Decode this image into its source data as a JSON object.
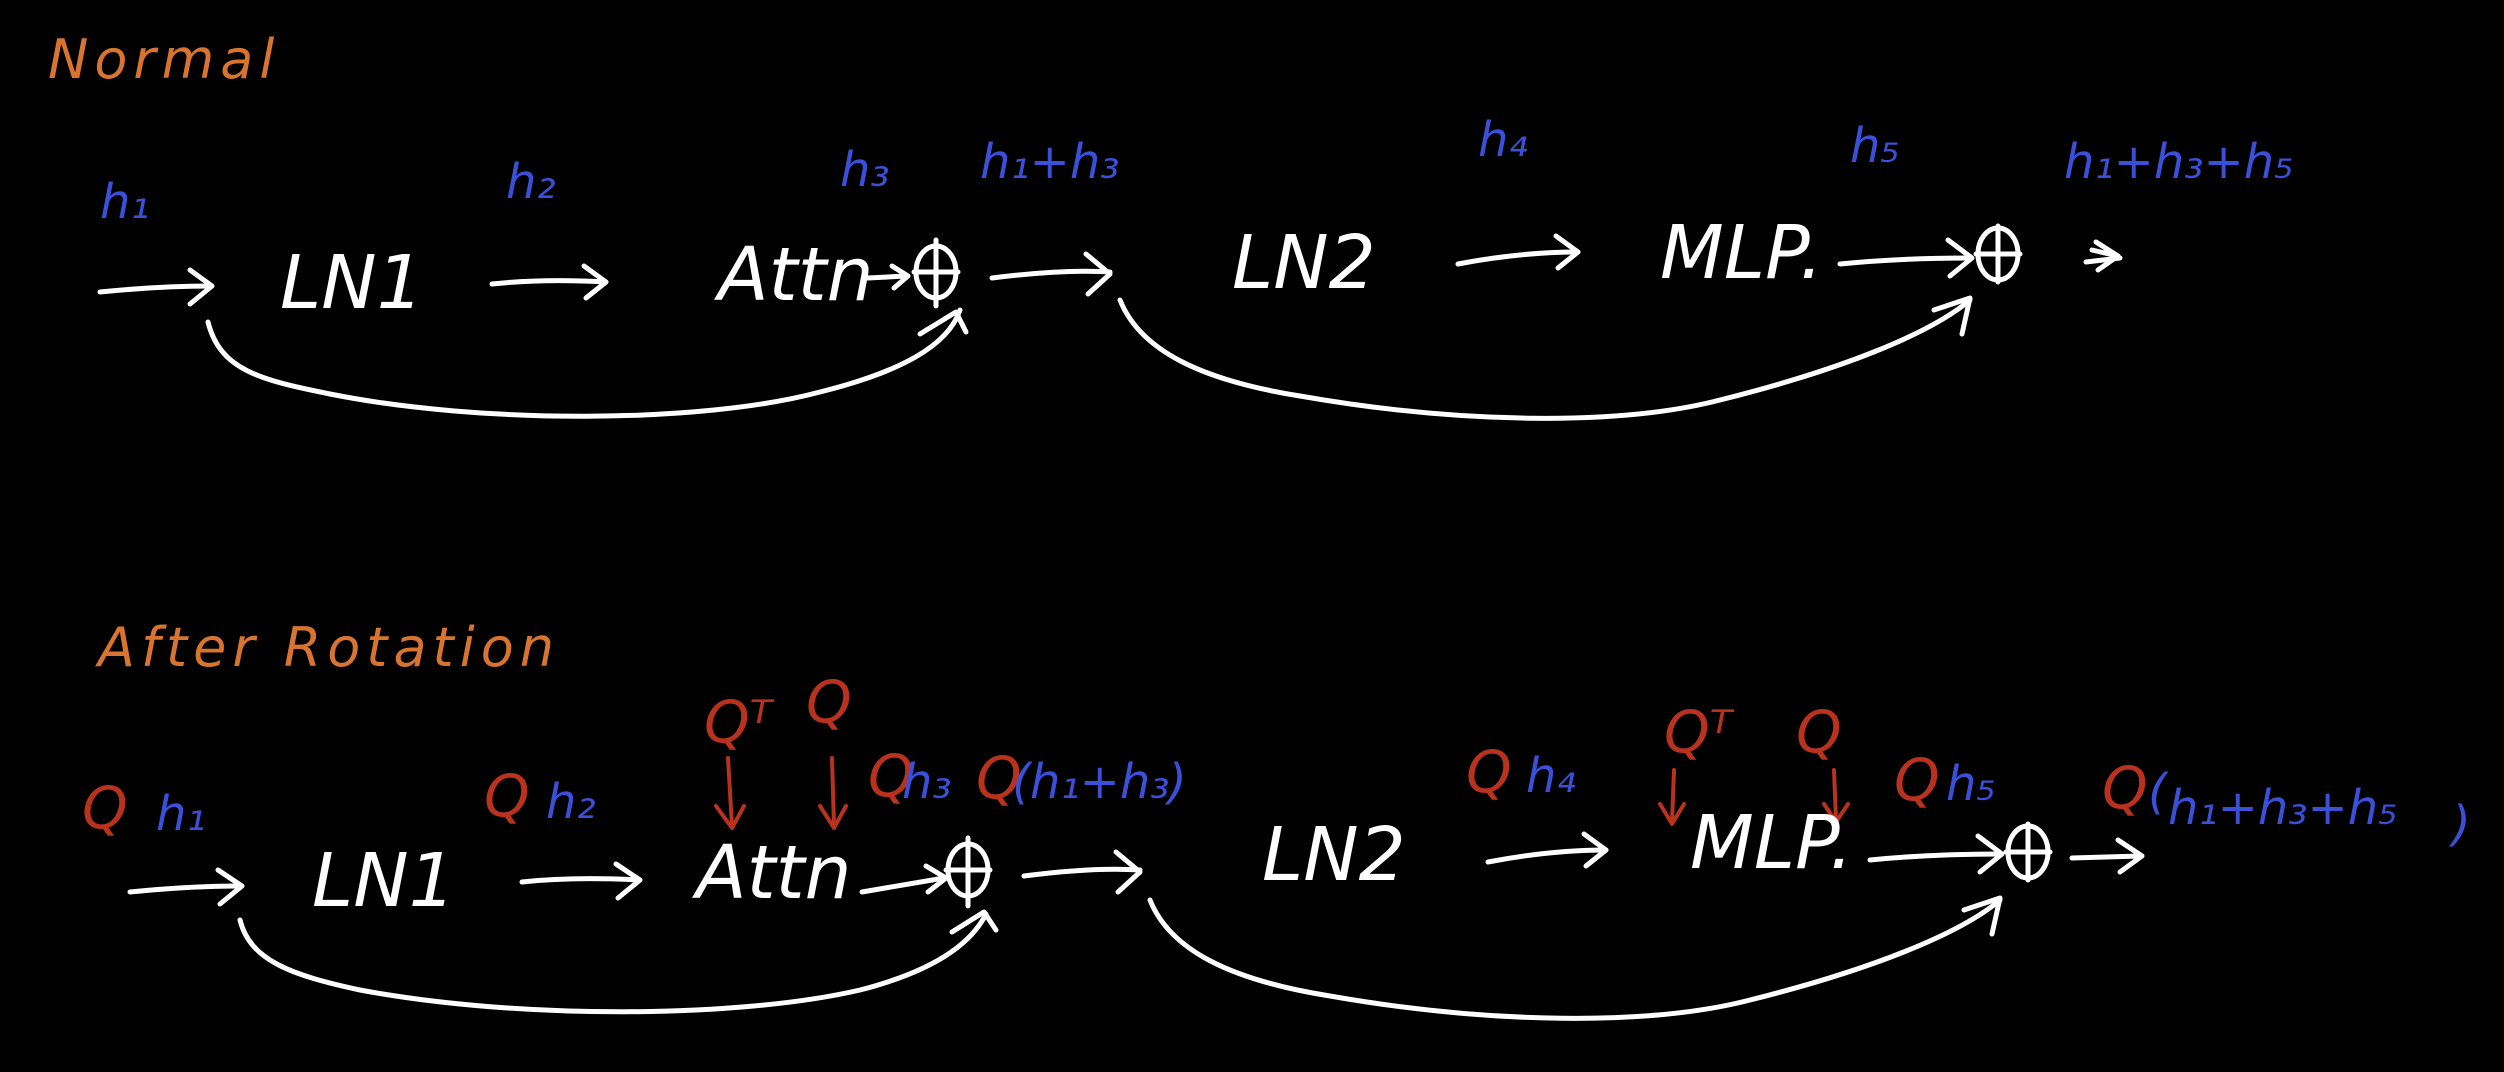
{
  "colors": {
    "background": "#000000",
    "section": "#d8742f",
    "block": "#ffffff",
    "hidden": "#3a50d8",
    "rotation": "#b8321e"
  },
  "normal": {
    "title": "Normal",
    "blocks": {
      "ln1": "LN1",
      "attn": "Attn",
      "ln2": "LN2",
      "mlp": "MLP."
    },
    "labels": {
      "h1": "h₁",
      "h2": "h₂",
      "h3": "h₃",
      "h1h3": "h₁+h₃",
      "h4": "h₄",
      "h5": "h₅",
      "out": "h₁+h₃+h₅"
    }
  },
  "rotated": {
    "title": "After Rotation",
    "blocks": {
      "ln1": "LN1",
      "attn": "Attn",
      "ln2": "LN2",
      "mlp": "MLP."
    },
    "q": "Q",
    "qt": "Qᵀ",
    "labels": {
      "h1": "h₁",
      "h2": "h₂",
      "h3": "h₃",
      "h4": "h₄",
      "h5": "h₅",
      "out_open": "(",
      "out_body": "h₁+h₃+h₅",
      "out_close": ")",
      "mid_open": "(",
      "mid_body": "h₁+h₃",
      "mid_close": ")"
    }
  }
}
